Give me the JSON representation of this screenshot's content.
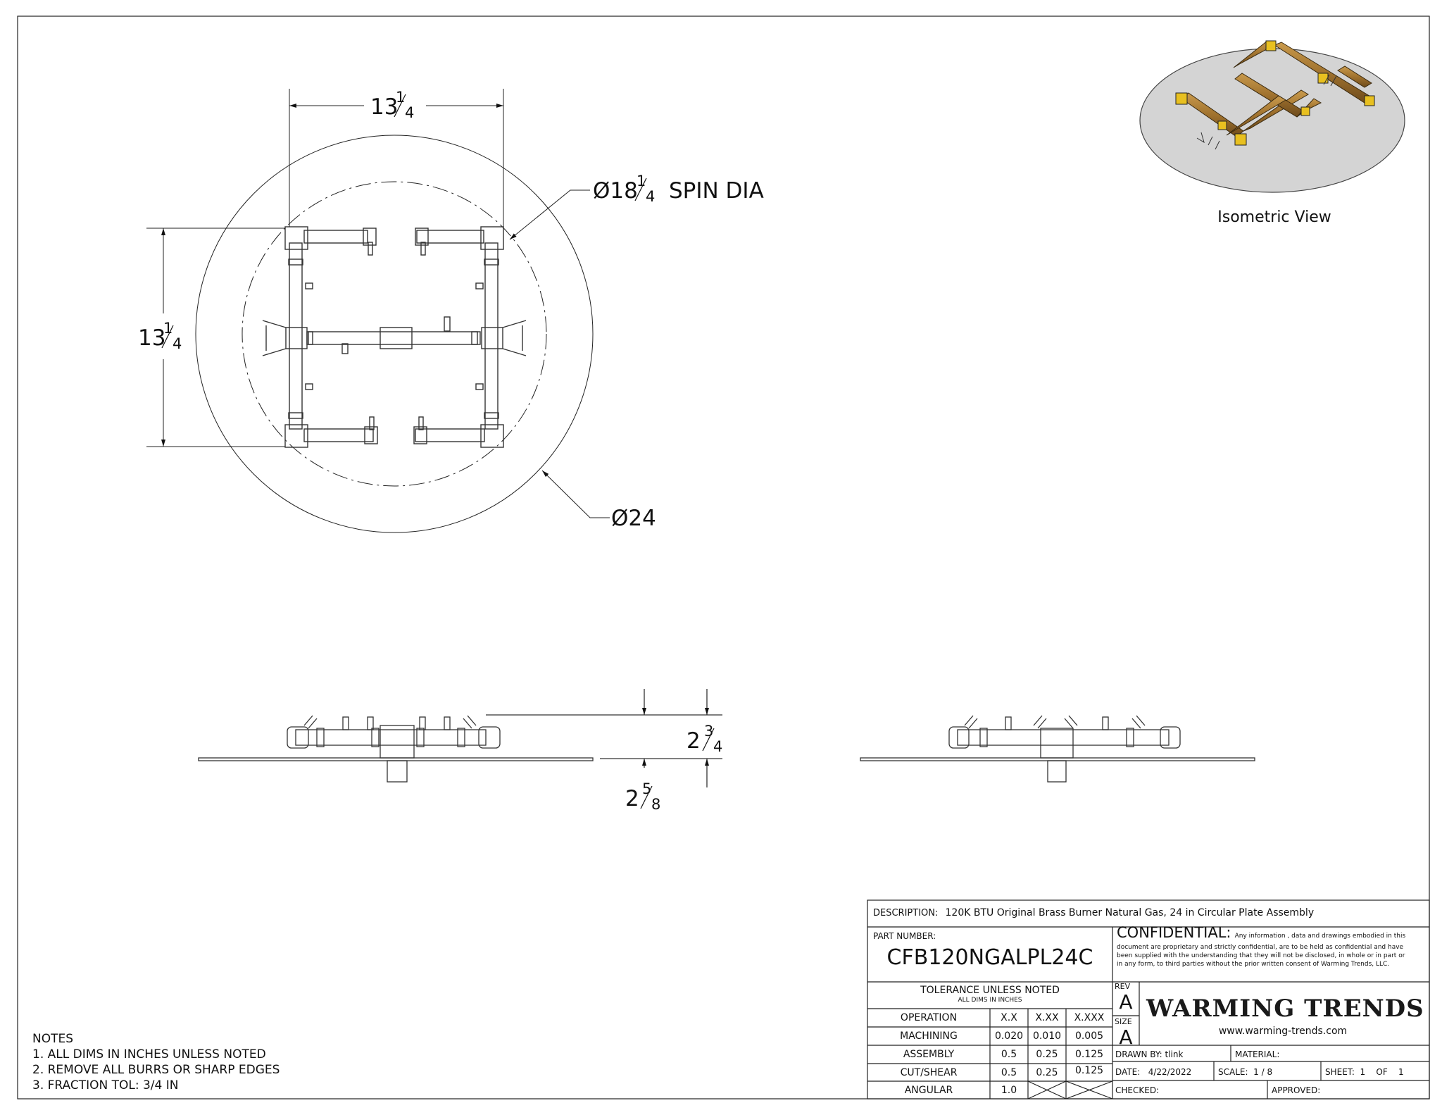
{
  "top_view": {
    "dim_width": {
      "whole": "13",
      "num": "1",
      "den": "4"
    },
    "dim_height": {
      "whole": "13",
      "num": "1",
      "den": "4"
    },
    "dim_spin": {
      "prefix": "Ø18",
      "num": "1",
      "den": "4",
      "suffix": "SPIN DIA"
    },
    "dim_plate": "Ø24"
  },
  "side_view": {
    "dim_height": {
      "whole": "2",
      "num": "3",
      "den": "4"
    },
    "dim_below": {
      "whole": "2",
      "num": "5",
      "den": "8"
    }
  },
  "isometric": {
    "label": "Isometric View"
  },
  "notes": {
    "heading": "NOTES",
    "items": [
      "1. ALL DIMS IN INCHES UNLESS NOTED",
      "2. REMOVE ALL BURRS OR SHARP EDGES",
      "3. FRACTION TOL: 3/4 IN"
    ]
  },
  "title_block": {
    "description_label": "DESCRIPTION:",
    "description": "120K BTU Original Brass Burner Natural Gas, 24 in Circular Plate Assembly",
    "part_number_label": "PART NUMBER:",
    "part_number": "CFB120NGALPL24C",
    "confidential_title": "CONFIDENTIAL:",
    "confidential_text_1": "Any information , data and drawings embodied in this",
    "confidential_text_2": "document are proprietary and strictly confidential, are to be held as confidential and have",
    "confidential_text_3": "been supplied with the understanding that they will not be disclosed, in whole or in part or",
    "confidential_text_4": "in any form, to third parties without the prior written consent of Warming Trends, LLC.",
    "tolerance_title": "TOLERANCE UNLESS NOTED",
    "tolerance_sub": "ALL DIMS IN INCHES",
    "tolerance_headers": [
      "OPERATION",
      "X.X",
      "X.XX",
      "X.XXX"
    ],
    "tolerance_rows": [
      [
        "MACHINING",
        "0.020",
        "0.010",
        "0.005"
      ],
      [
        "ASSEMBLY",
        "0.5",
        "0.25",
        "0.125"
      ],
      [
        "CUT/SHEAR",
        "0.5",
        "0.25",
        "0.125"
      ],
      [
        "ANGULAR",
        "1.0",
        "",
        ""
      ]
    ],
    "rev_label": "REV",
    "rev_value": "A",
    "size_label": "SIZE",
    "size_value": "A",
    "logo_text": "WARMING TRENDS",
    "logo_url": "www.warming-trends.com",
    "drawn_by": "DRAWN BY: tlink",
    "material": "MATERIAL:",
    "date": "DATE:   4/22/2022",
    "scale": "SCALE:  1 / 8",
    "sheet": "SHEET:  1    OF    1",
    "checked": "CHECKED:",
    "approved": "APPROVED:"
  }
}
